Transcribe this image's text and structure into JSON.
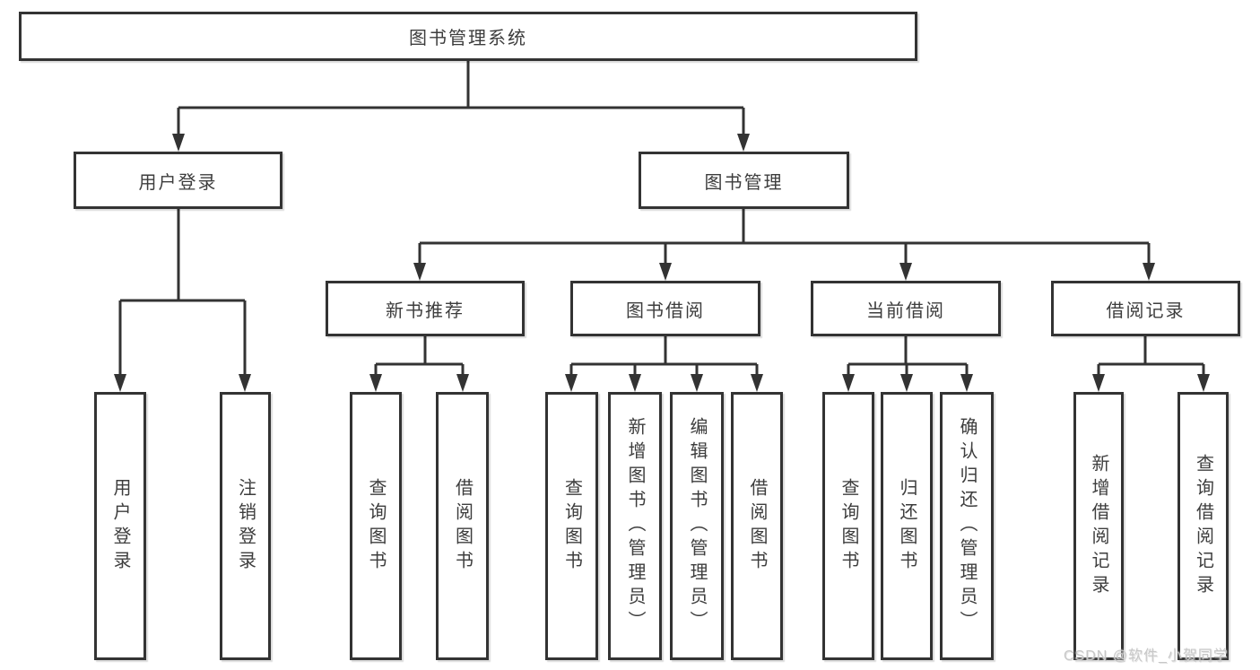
{
  "tree": {
    "root": "图书管理系统",
    "user_login": "用户登录",
    "book_mgmt": "图书管理",
    "modules": [
      "新书推荐",
      "图书借阅",
      "当前借阅",
      "借阅记录"
    ],
    "user_login_leaves": [
      "用户登录",
      "注销登录"
    ],
    "new_books_leaves": [
      "查询图书",
      "借阅图书"
    ],
    "book_borrow_leaves": [
      "查询图书",
      "新增图书（管理员）",
      "编辑图书（管理员）",
      "借阅图书"
    ],
    "current_borrow_leaves": [
      "查询图书",
      "归还图书",
      "确认归还（管理员）"
    ],
    "borrow_record_leaves": [
      "新增借阅记录",
      "查询借阅记录"
    ]
  },
  "watermark": "CSDN @软件_小贺同学",
  "colors": {
    "border": "#333333",
    "line": "#333333",
    "text": "#3d3d3d",
    "background": "#ffffff",
    "watermark": "#c7c7c7"
  }
}
